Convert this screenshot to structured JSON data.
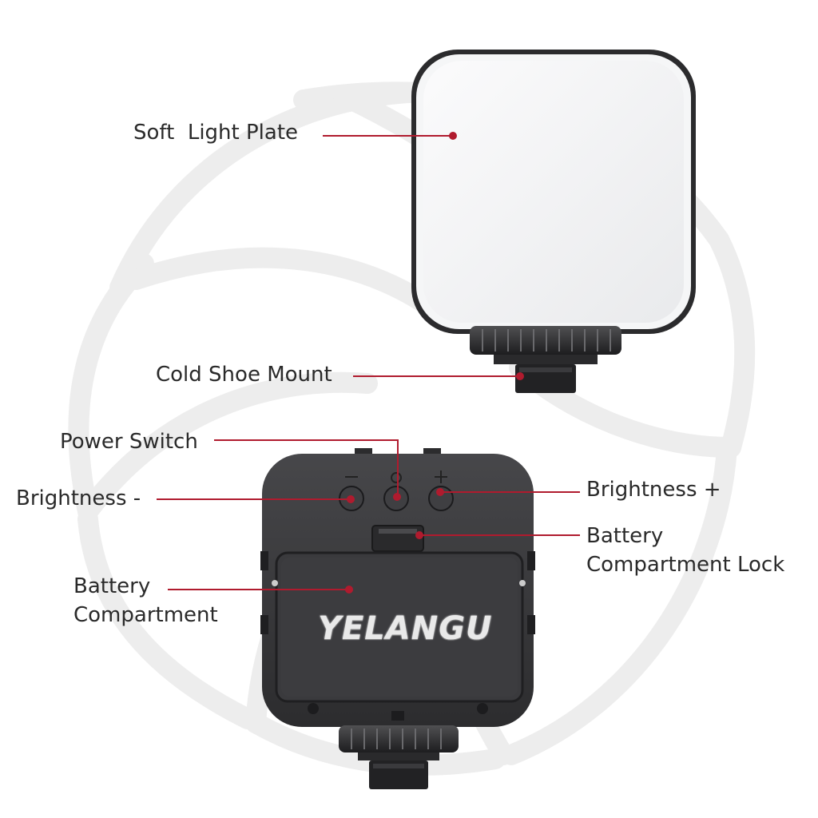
{
  "callouts": {
    "soft_light_plate": "Soft  Light Plate",
    "cold_shoe_mount": "Cold Shoe Mount",
    "power_switch": "Power Switch",
    "brightness_minus": "Brightness -",
    "brightness_plus": "Brightness +",
    "battery_compartment_lock": "Battery\nCompartment Lock",
    "battery_compartment": "Battery\nCompartment"
  },
  "product": {
    "brand": "YELANGU"
  },
  "colors": {
    "callout_line": "#b01b2e",
    "background": "#ffffff",
    "device_body": "#3a3a3c",
    "light_plate": "#f4f5f6",
    "watermark": "#efefef"
  },
  "icons": {
    "background_watermark": "aperture-logo-watermark",
    "button_minus_mark": "minus-icon",
    "button_power_mark": "power-icon",
    "button_plus_mark": "plus-icon"
  }
}
